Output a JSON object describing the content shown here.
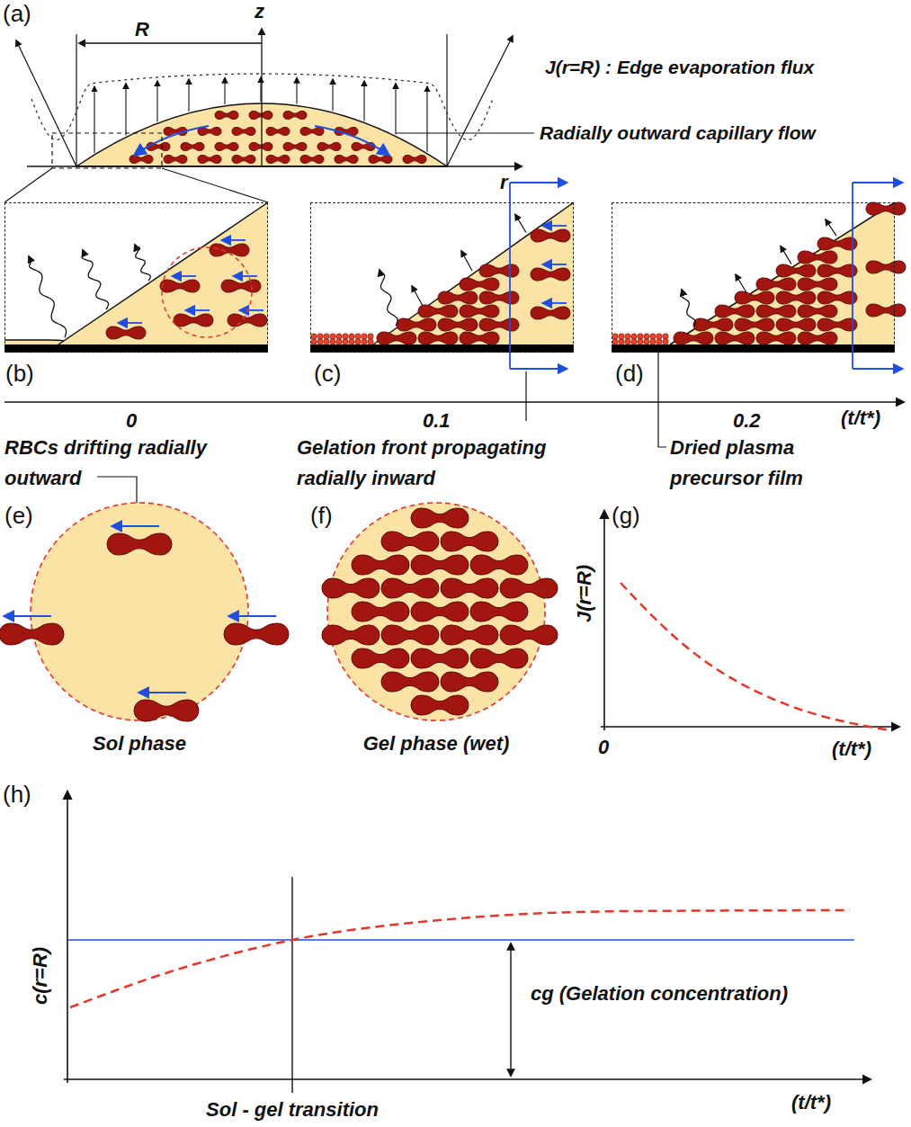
{
  "diagram": {
    "nodes": [
      {
        "text": [
          "(b)"
        ]
      },
      {
        "text": [
          "(c)"
        ]
      },
      {
        "text": [
          "(d)"
        ]
      },
      {
        "text": [
          "(e)",
          "Sol phase"
        ]
      },
      {
        "text": [
          "(f)",
          "Gel phase (wet)"
        ]
      }
    ],
    "labels": [
      "(a)",
      "z",
      "R",
      "r",
      "J(r=R) : Edge evaporation flux",
      "Radially outward capillary flow",
      "0",
      "0.1",
      "0.2",
      "(t/t*)",
      "RBCs drifting radially outward",
      "Gelation front propagating radially inward",
      "Dried plasma precursor film",
      "(g)",
      "J(r=R)",
      "0",
      "(t/t*)",
      "(h)",
      "c(r=R)",
      "cg (Gelation concentration)",
      "Sol - gel transition",
      "(t/t*)"
    ]
  }
}
